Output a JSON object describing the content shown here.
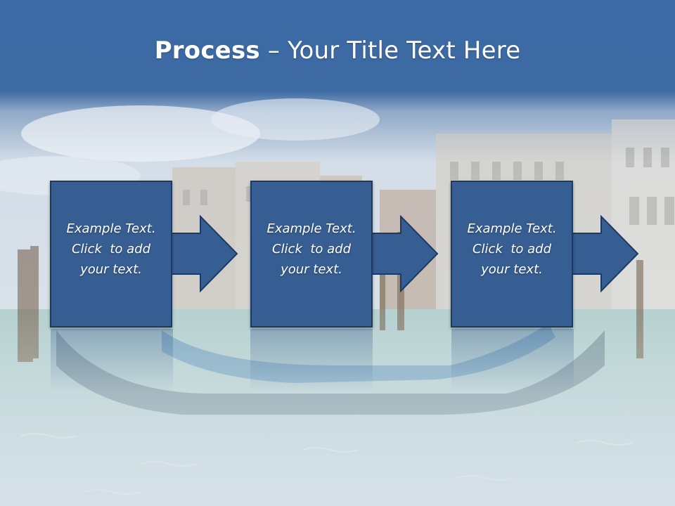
{
  "slide": {
    "title_bold": "Process",
    "title_rest": " – Your Title Text Here"
  },
  "steps": [
    {
      "line1": "Example Text.",
      "line2": "Click  to add",
      "line3": "your text."
    },
    {
      "line1": "Example Text.",
      "line2": "Click  to add",
      "line3": "your text."
    },
    {
      "line1": "Example Text.",
      "line2": "Click  to add",
      "line3": "your text."
    }
  ],
  "colors": {
    "title_band": "#3a67a3",
    "box_fill": "#375e92",
    "box_border": "#1d3a63",
    "water": "#a9c6c7",
    "sky": "#c9d6e4"
  },
  "background_image": "venice-canal-gondolas"
}
